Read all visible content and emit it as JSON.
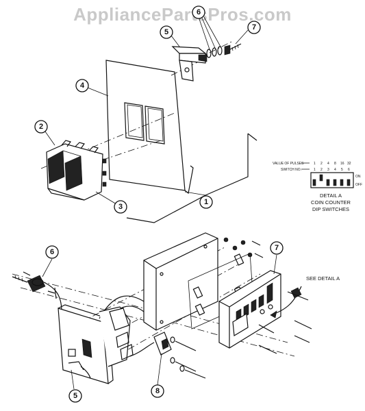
{
  "watermark": "AppliancePartsPros.com",
  "callouts": {
    "c1": "1",
    "c2": "2",
    "c3": "3",
    "c4": "4",
    "c5a": "5",
    "c6a": "6",
    "c7a": "7",
    "c5b": "5",
    "c6b": "6",
    "c7b": "7",
    "c8": "8"
  },
  "detail": {
    "value_of_pulses_label": "VALUE OF PULSES",
    "switch_no_label": "SWITCH NO.",
    "pulse_values": [
      "1",
      "2",
      "4",
      "8",
      "16",
      "32"
    ],
    "switch_numbers": [
      "1",
      "2",
      "3",
      "4",
      "5",
      "6"
    ],
    "on_label": "ON",
    "off_label": "OFF",
    "caption_line1": "DETAIL  A",
    "caption_line2": "COIN  COUNTER",
    "caption_line3": "DIP  SWITCHES"
  },
  "see_detail": "SEE DETAIL A"
}
